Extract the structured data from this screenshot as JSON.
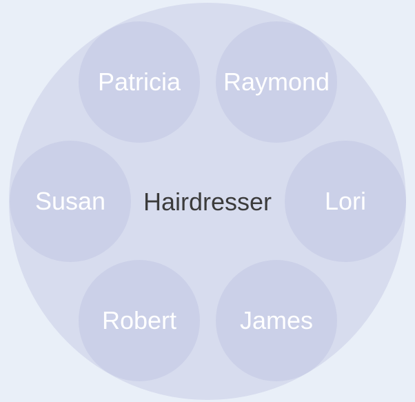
{
  "diagram": {
    "center": "Hairdresser",
    "nodes": [
      "Patricia",
      "Raymond",
      "Susan",
      "Lori",
      "Robert",
      "James"
    ]
  },
  "colors": {
    "background": "#e9eff8",
    "outer_circle": "#d7dcee",
    "node_circle": "#cbd0e8",
    "node_text": "#ffffff",
    "center_text": "#3b3b3b"
  }
}
